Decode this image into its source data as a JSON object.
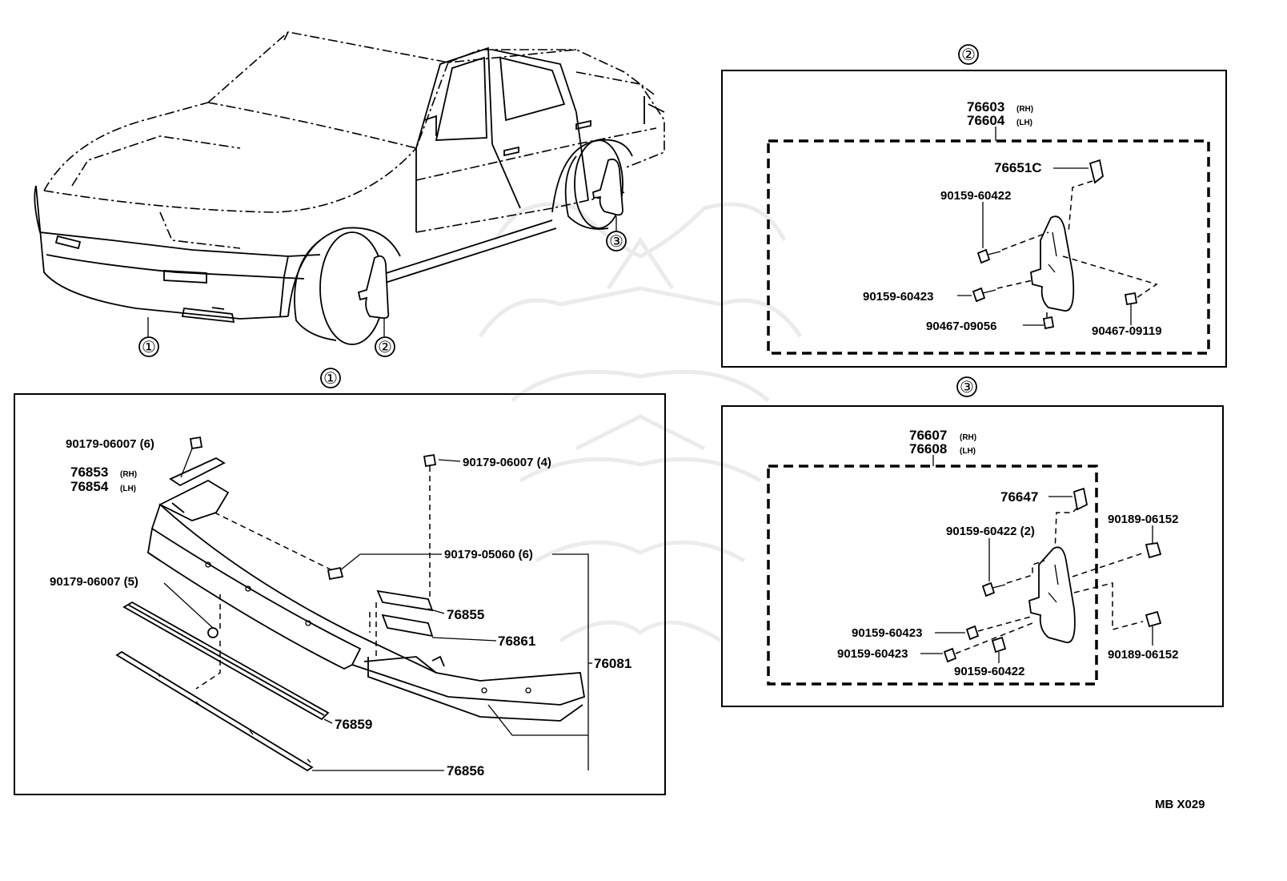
{
  "watermark": "samurai-helmet-watermark",
  "callouts": {
    "c1": "①",
    "c2": "②",
    "c3": "③"
  },
  "panel1": {
    "title": "①",
    "parts": {
      "p90179_06007_6": "90179-06007 (6)",
      "p76853": "76853",
      "p76853_sfx": "(RH)",
      "p76854": "76854",
      "p76854_sfx": "(LH)",
      "p90179_06007_4": "90179-06007 (4)",
      "p90179_05060_6": "90179-05060 (6)",
      "p90179_06007_5": "90179-06007 (5)",
      "p76855": "76855",
      "p76861": "76861",
      "p76081": "76081",
      "p76859": "76859",
      "p76856": "76856"
    }
  },
  "panel2": {
    "title": "②",
    "parts": {
      "p76603": "76603",
      "p76603_sfx": "(RH)",
      "p76604": "76604",
      "p76604_sfx": "(LH)",
      "p76651C": "76651C",
      "p90159_60422": "90159-60422",
      "p90159_60423": "90159-60423",
      "p90467_09056": "90467-09056",
      "p90467_09119": "90467-09119"
    }
  },
  "panel3": {
    "title": "③",
    "parts": {
      "p76607": "76607",
      "p76607_sfx": "(RH)",
      "p76608": "76608",
      "p76608_sfx": "(LH)",
      "p76647": "76647",
      "p90159_60422_2": "90159-60422 (2)",
      "p90189_06152_a": "90189-06152",
      "p90159_60423_a": "90159-60423",
      "p90159_60423_b": "90159-60423",
      "p90159_60422": "90159-60422",
      "p90189_06152_b": "90189-06152"
    }
  },
  "diagram_code": "MB X029"
}
